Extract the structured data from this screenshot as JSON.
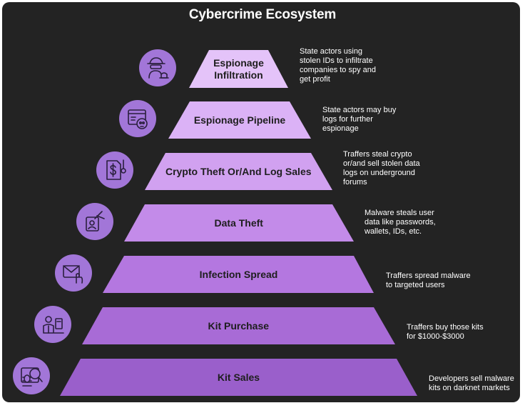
{
  "title": "Cybercrime Ecosystem",
  "colors": {
    "background": "#232323",
    "circle": "#a276d8",
    "icon_stroke": "#2a1f3d",
    "tiers": [
      "#e4c3f9",
      "#dbb2f6",
      "#d1a1f0",
      "#c38be9",
      "#b477e0",
      "#a86bd6",
      "#9a5fcb"
    ],
    "label": "#1e1e1e",
    "text": "#ffffff"
  },
  "tiers": [
    {
      "label": "Espionage\nInfiltration",
      "icon": "spy-alarm-icon",
      "description": "State actors using\nstolen IDs to infiltrate\ncompanies to spy and\nget profit"
    },
    {
      "label": "Espionage Pipeline",
      "icon": "browser-skull-icon",
      "description": "State actors may buy\nlogs for further\nespionage"
    },
    {
      "label": "Crypto Theft Or/And Log Sales",
      "icon": "dollar-document-icon",
      "description": "Traffers steal crypto\nor/and sell stolen data\nlogs on underground\nforums"
    },
    {
      "label": "Data Theft",
      "icon": "id-card-hand-icon",
      "description": "Malware steals user\ndata like passwords,\nwallets, IDs, etc."
    },
    {
      "label": "Infection Spread",
      "icon": "envelope-cursor-icon",
      "description": "Traffers spread malware\nto targeted users"
    },
    {
      "label": "Kit Purchase",
      "icon": "user-register-icon",
      "description": "Traffers buy those kits\nfor $1000-$3000"
    },
    {
      "label": "Kit Sales",
      "icon": "bug-search-icon",
      "description": "Developers sell malware\nkits on darknet markets"
    }
  ]
}
